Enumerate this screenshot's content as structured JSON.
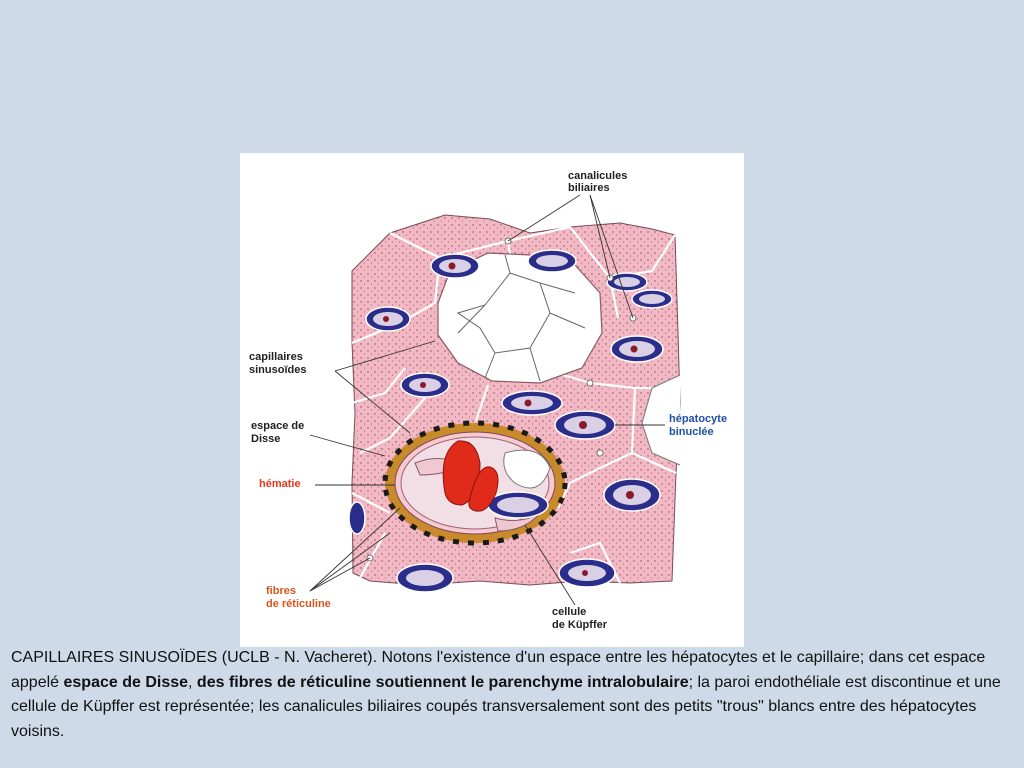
{
  "figure": {
    "labels": {
      "canalicules_line1": "canalicules",
      "canalicules_line2": "biliaires",
      "capillaires_line1": "capillaires",
      "capillaires_line2": "sinusoïdes",
      "espace_line1": "espace de",
      "espace_line2": "Disse",
      "hematie": "hématie",
      "hepatocyte_line1": "hépatocyte",
      "hepatocyte_line2": "binuclée",
      "fibres_line1": "fibres",
      "fibres_line2": "de réticuline",
      "cellule_line1": "cellule",
      "cellule_line2": "de Küpffer"
    },
    "colors": {
      "hepatocyte": "#f2b8c3",
      "nucleus": "#2a2e8a",
      "hematie": "#e02a1a",
      "collar": "#c98a2c",
      "label_red": "#e8361c",
      "label_orange": "#d9541c",
      "label_blue": "#1f4fa8"
    }
  },
  "caption": {
    "part1": "CAPILLAIRES SINUSOÏDES (UCLB - N. Vacheret). Notons l'existence d'un espace entre les hépatocytes et le capillaire; dans cet espace appelé ",
    "bold1": "espace de Disse",
    "part2": ", ",
    "bold2": "des fibres de réticuline soutiennent le parenchyme intralobulaire",
    "part3": "; la paroi endothéliale est discontinue et une cellule de Küpffer est représentée; les canalicules biliaires coupés transversalement sont des petits \"trous\" blancs entre des hépatocytes voisins."
  }
}
